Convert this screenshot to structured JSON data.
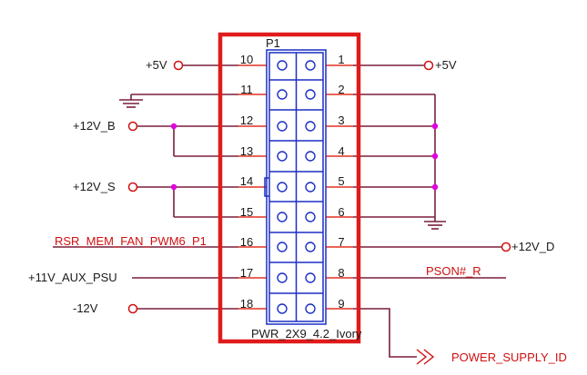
{
  "connector": {
    "ref": "P1",
    "part": "PWR_2X9_4.2_Ivory",
    "highlight_color": "#e01b1b",
    "body_color": "#1c2fc4"
  },
  "pins": {
    "left": [
      "10",
      "11",
      "12",
      "13",
      "14",
      "15",
      "16",
      "17",
      "18"
    ],
    "right": [
      "1",
      "2",
      "3",
      "4",
      "5",
      "6",
      "7",
      "8",
      "9"
    ]
  },
  "nets": {
    "p5v_left": "+5V",
    "p5v_right": "+5V",
    "p12v_b": "+12V_B",
    "p12v_s": "+12V_S",
    "fan_pwm": "RSR_MEM_FAN_PWM6_P1",
    "aux_psu": "+11V_AUX_PSU",
    "m12v": "-12V",
    "p12v_d": "+12V_D",
    "pson": "PSON#_R",
    "psu_id": "POWER_SUPPLY_ID"
  },
  "colors": {
    "wire": "#7a1f3a",
    "pin_stub": "#e03020",
    "junction": "#e000e0",
    "port": "#d01010",
    "ground": "#7a1f3a"
  }
}
